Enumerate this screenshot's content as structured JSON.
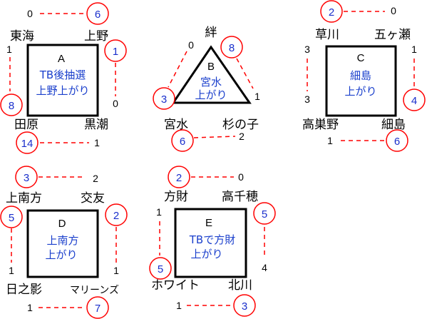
{
  "colors": {
    "line": "#ff0000",
    "circle_text": "#1a2fcc",
    "note_text": "#1a3fcc",
    "box": "#000000"
  },
  "groups": {
    "A": {
      "letter": "A",
      "note": [
        "TB後抽選",
        "上野上がり"
      ],
      "teams": {
        "top_left": "東海",
        "top_right": "上野",
        "bottom_left": "田原",
        "bottom_right": "黒潮"
      },
      "scores": {
        "top": {
          "left": "0",
          "right": "6"
        },
        "left": {
          "top": "1",
          "bottom": "8"
        },
        "right": {
          "top": "1",
          "bottom": "0"
        },
        "bottom": {
          "left": "14",
          "right": "1"
        }
      }
    },
    "B": {
      "letter": "B",
      "note": [
        "宮水",
        "上がり"
      ],
      "teams": {
        "top": "絆",
        "bottom_left": "宮水",
        "bottom_right": "杉の子"
      },
      "scores": {
        "left": {
          "top": "0",
          "bottom": "3"
        },
        "right": {
          "top": "8",
          "bottom": "1"
        },
        "bottom": {
          "left": "6",
          "right": "2"
        }
      }
    },
    "C": {
      "letter": "C",
      "note": [
        "細島",
        "上がり"
      ],
      "teams": {
        "top_left": "草川",
        "top_right": "五ヶ瀬",
        "bottom_left": "高巣野",
        "bottom_right": "細島"
      },
      "scores": {
        "top": {
          "left": "2",
          "right": "0"
        },
        "left": {
          "top": "3",
          "bottom": "3"
        },
        "right": {
          "top": "1",
          "bottom": "4"
        },
        "bottom": {
          "left": "1",
          "right": "6"
        }
      }
    },
    "D": {
      "letter": "D",
      "note": [
        "上南方",
        "上がり"
      ],
      "teams": {
        "top_left": "上南方",
        "top_right": "交友",
        "bottom_left": "日之影",
        "bottom_right": "マリーンズ"
      },
      "scores": {
        "top": {
          "left": "3",
          "right": "2"
        },
        "left": {
          "top": "5",
          "bottom": "1"
        },
        "right": {
          "top": "2",
          "bottom": "1"
        },
        "bottom": {
          "left": "1",
          "right": "7"
        }
      }
    },
    "E": {
      "letter": "E",
      "note": [
        "TBで方財",
        "上がり"
      ],
      "teams": {
        "top_left": "方財",
        "top_right": "高千穂",
        "bottom_left": "ホワイト",
        "bottom_right": "北川"
      },
      "scores": {
        "top": {
          "left": "2",
          "right": "0"
        },
        "left": {
          "top": "1",
          "bottom": "5"
        },
        "right": {
          "top": "5",
          "bottom": "4"
        },
        "bottom": {
          "left": "1",
          "right": "3"
        }
      }
    }
  }
}
